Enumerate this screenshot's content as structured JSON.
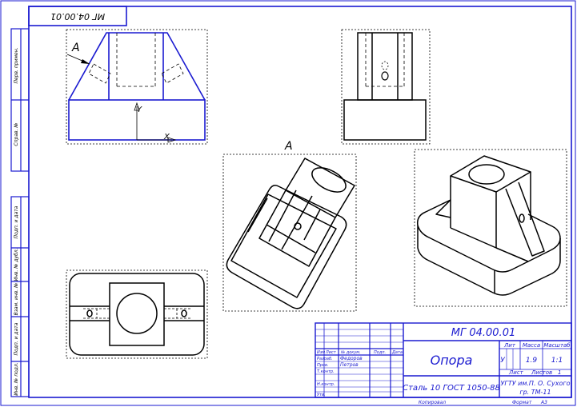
{
  "drawing": {
    "code_top": "МГ 04.00.01",
    "view_label": "A",
    "axis_y": "Y",
    "axis_x": "X"
  },
  "title_block": {
    "code": "МГ 04.00.01",
    "part_name": "Опора",
    "material": "Сталь 10  ГОСТ 1050-88",
    "organization": "УГТУ им.П. О. Сухого",
    "group": "гр. ТМ-11",
    "lit_header": "Лит",
    "mass_header": "Масса",
    "scale_header": "Масштаб",
    "lit_value": "У",
    "mass_value": "1.9",
    "scale_value": "1:1",
    "sheet_label": "Лист",
    "sheets_label": "Листов",
    "sheets_value": "1",
    "col_izm": "Изм",
    "col_list": "Лист",
    "col_doc": "№ докум.",
    "col_sign": "Подп.",
    "col_date": "Дата",
    "row_razrab": "Разраб.",
    "row_prov": "Пров.",
    "row_tkontr": "Т.контр.",
    "row_nkontr": "Н.контр.",
    "row_utv": "Утв.",
    "name_razrab": "Федоров",
    "name_prov": "Петров",
    "copied": "Копировал",
    "format_label": "Формат",
    "format_value": "А3"
  },
  "side_fields": {
    "perv_primen": "Перв. примен.",
    "sprav": "Справ. №",
    "podp_data_1": "Подп. и дата",
    "inv_dubl": "Инв. № дубл.",
    "vzam_inv": "Взам. инв. №",
    "podp_data_2": "Подп. и дата",
    "inv_podl": "Инв. № подл."
  },
  "colors": {
    "frame": "#1a1ad0",
    "line": "#000000"
  }
}
